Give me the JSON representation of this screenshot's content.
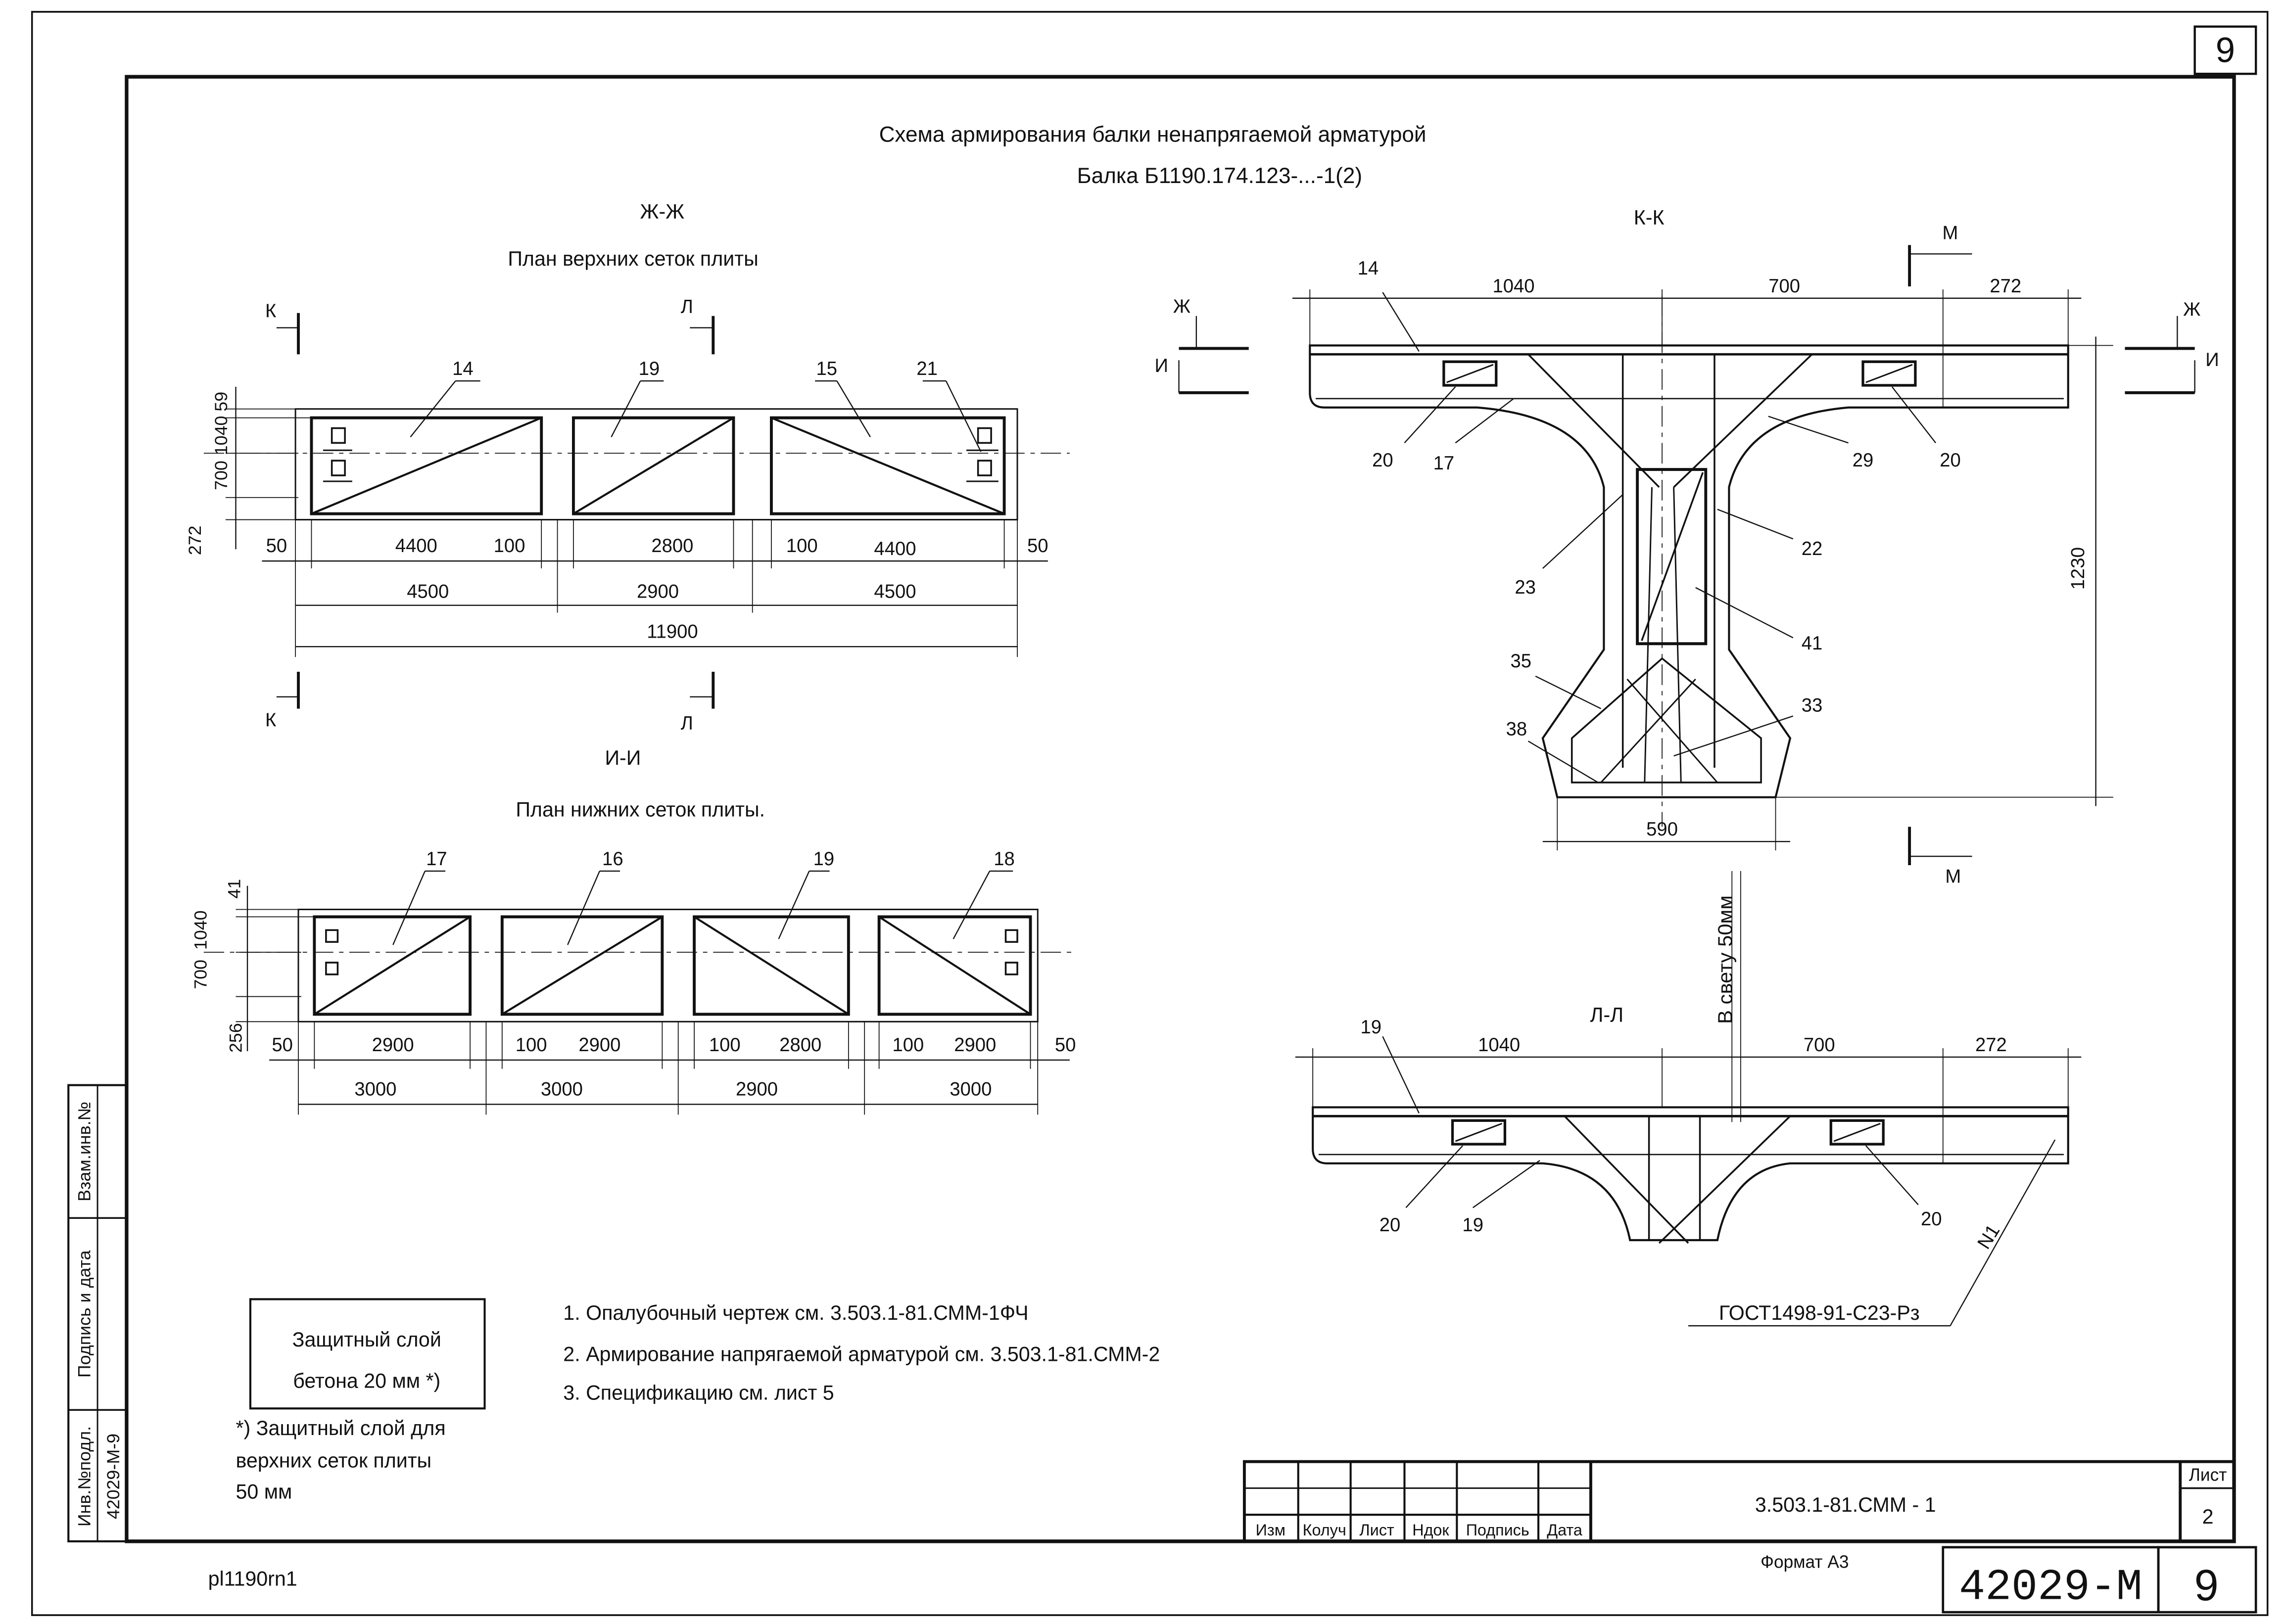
{
  "sheet": {
    "page_corner_number": "9",
    "main_title": "Схема армирования балки ненапрягаемой арматурой",
    "beam_title": "Балка Б1190.174.123-...-1(2)"
  },
  "top_plan": {
    "section": "Ж-Ж",
    "title": "План верхних сеток плиты",
    "cut_k": "К",
    "cut_l": "Л",
    "cut_k_bottom": "К",
    "cut_l_bottom": "Л",
    "marks": [
      "14",
      "19",
      "15",
      "21"
    ],
    "dims_left": [
      "59",
      "1040",
      "700",
      "272"
    ],
    "dims_row1": [
      "50",
      "4400",
      "100",
      "2800",
      "100",
      "4400",
      "50"
    ],
    "dims_row2": [
      "4500",
      "2900",
      "4500"
    ],
    "dims_total": "11900"
  },
  "bottom_plan": {
    "section": "И-И",
    "title": "План нижних сеток плиты.",
    "marks": [
      "17",
      "16",
      "19",
      "18"
    ],
    "dims_left": [
      "41",
      "1040",
      "700",
      "256"
    ],
    "dims_row1": [
      "50",
      "2900",
      "100",
      "2900",
      "100",
      "2800",
      "100",
      "2900",
      "50"
    ],
    "dims_row2": [
      "3000",
      "3000",
      "2900",
      "3000"
    ]
  },
  "section_kk": {
    "title": "К-К",
    "cut_m_top": "М",
    "cut_m_bottom": "М",
    "cut_zh_left": "Ж",
    "cut_i_left": "И",
    "cut_zh_right": "Ж",
    "cut_i_right": "И",
    "dims_top": [
      "1040",
      "700",
      "272"
    ],
    "dim_height": "1230",
    "dim_bottom": "590",
    "marks": {
      "m14": "14",
      "m20a": "20",
      "m17": "17",
      "m29": "29",
      "m20b": "20",
      "m23": "23",
      "m22": "22",
      "m41": "41",
      "m35": "35",
      "m33": "33",
      "m38": "38"
    }
  },
  "section_ll": {
    "title": "Л-Л",
    "clear_gap": "В свету 50мм",
    "dims_top": [
      "1040",
      "700",
      "272"
    ],
    "marks": {
      "m19a": "19",
      "m20a": "20",
      "m19b": "19",
      "m20b": "20",
      "mN1": "N1"
    },
    "gost": "ГОСТ1498-91-С23-Рз"
  },
  "protective_box": {
    "line1": "Защитный слой",
    "line2": "бетона 20 мм *)"
  },
  "footnote": {
    "line1": "*) Защитный слой для",
    "line2": "верхних сеток плиты",
    "line3": "50 мм"
  },
  "notes": [
    "1.  Опалубочный чертеж см. 3.503.1-81.СММ-1ФЧ",
    "2.  Армирование напрягаемой арматурой см. 3.503.1-81.СММ-2",
    "3.  Спецификацию см. лист 5"
  ],
  "side_stamp": {
    "col1_top": "Взам.инв.№",
    "col2_top": "Подпись и дата",
    "col3_top": "Инв.№подл.",
    "col3_value": "42029-М-9"
  },
  "title_block": {
    "headers": [
      "Изм",
      "Колуч",
      "Лист",
      "Ндок",
      "Подпись",
      "Дата"
    ],
    "designation": "3.503.1-81.СММ - 1",
    "sheet_label": "Лист",
    "sheet_number": "2",
    "format": "Формат А3",
    "archive_number": "42029-М",
    "archive_sheet": "9"
  },
  "file_ref": "pl1190rn1"
}
